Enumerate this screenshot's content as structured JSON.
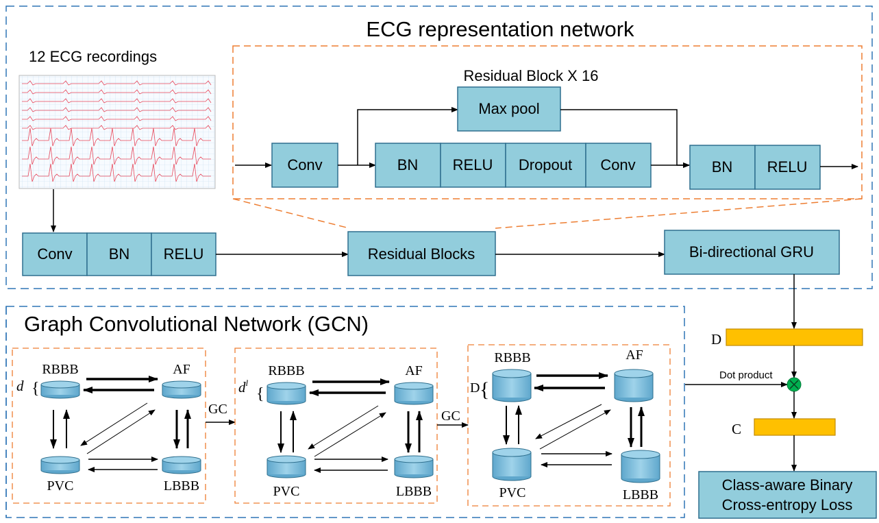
{
  "sections": {
    "ecg_title": "ECG representation network",
    "gcn_title": "Graph Convolutional Network (GCN)"
  },
  "input": {
    "label": "12 ECG recordings"
  },
  "stem": {
    "blocks": [
      "Conv",
      "BN",
      "RELU"
    ]
  },
  "residual_block": {
    "title": "Residual Block X 16",
    "conv": "Conv",
    "maxpool": "Max pool",
    "main_path": [
      "BN",
      "RELU",
      "Dropout",
      "Conv"
    ],
    "output": [
      "BN",
      "RELU"
    ]
  },
  "pipeline": {
    "residual_blocks": "Residual Blocks",
    "gru": "Bi-directional GRU"
  },
  "gcn": {
    "nodes": [
      "RBBB",
      "AF",
      "PVC",
      "LBBB"
    ],
    "dims": [
      "d",
      "d",
      "D"
    ],
    "dim_superscript": "l",
    "gc_label": "GC"
  },
  "output": {
    "d_label": "D",
    "dot_product": "Dot product",
    "c_label": "C",
    "loss": [
      "Class-aware Binary",
      "Cross-entropy Loss"
    ]
  },
  "colors": {
    "block_fill": "#92cddc",
    "block_stroke": "#2e6f8e",
    "outer_dash": "#2e75b6",
    "inner_dash": "#ed7d31",
    "bar_fill": "#ffc000",
    "dot_fill": "#00b050",
    "ecg_trace": "#e8475a"
  }
}
